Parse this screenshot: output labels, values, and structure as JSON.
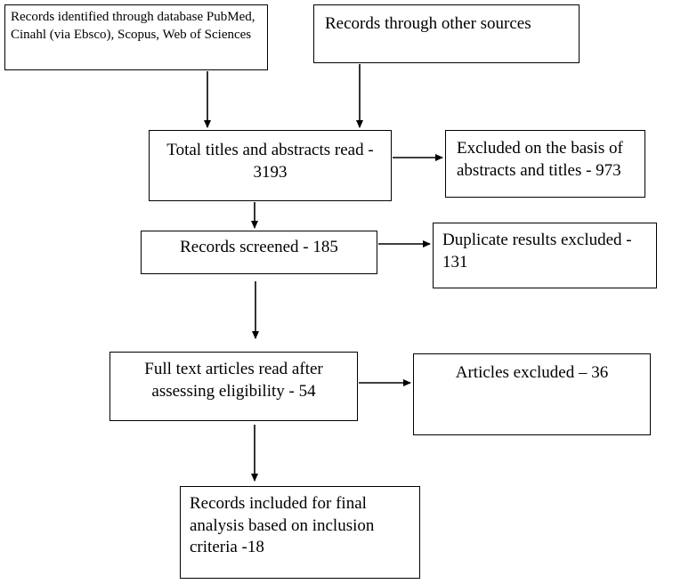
{
  "nodes": {
    "database_records": {
      "text": "Records identified through database PubMed, Cinahl (via Ebsco), Scopus, Web of Sciences"
    },
    "other_sources": {
      "text": "Records through other sources"
    },
    "titles_abstracts": {
      "text": "Total titles and abstracts read - 3193"
    },
    "excluded_abstracts": {
      "text": "Excluded on the basis of abstracts and titles - 973"
    },
    "records_screened": {
      "text": "Records screened - 185"
    },
    "duplicates_excluded": {
      "text": "Duplicate results excluded - 131"
    },
    "full_text": {
      "text": "Full text articles read after assessing eligibility - 54"
    },
    "articles_excluded": {
      "text": "Articles excluded – 36"
    },
    "final_included": {
      "text": "Records included for final analysis based on inclusion criteria -18"
    }
  },
  "edges": [
    {
      "from": "database_records",
      "to": "titles_abstracts"
    },
    {
      "from": "other_sources",
      "to": "titles_abstracts"
    },
    {
      "from": "titles_abstracts",
      "to": "excluded_abstracts"
    },
    {
      "from": "titles_abstracts",
      "to": "records_screened"
    },
    {
      "from": "records_screened",
      "to": "duplicates_excluded"
    },
    {
      "from": "records_screened",
      "to": "full_text"
    },
    {
      "from": "full_text",
      "to": "articles_excluded"
    },
    {
      "from": "full_text",
      "to": "final_included"
    }
  ],
  "colors": {
    "line": "#000000",
    "background": "#ffffff"
  }
}
